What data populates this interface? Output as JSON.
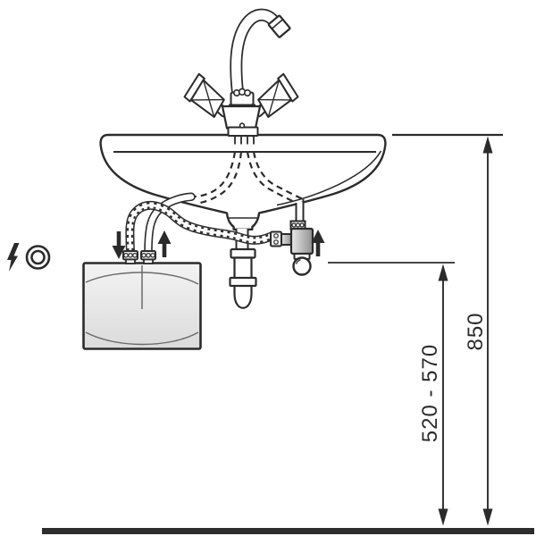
{
  "diagram": {
    "dimensions": {
      "total_height": "850",
      "outlet_height": "520 - 570"
    },
    "icons": [
      "electric-flash-icon",
      "power-outlet-icon",
      "flow-down-arrow",
      "flow-up-arrow",
      "dimension-arrow"
    ],
    "colors": {
      "line": "#2b2b2b",
      "floor": "#2d2d2d",
      "heater_light": "#f3f3f3",
      "heater_dark": "#dbdbdb",
      "metal_light": "#e9e9e9",
      "metal_dark": "#8f8f8f",
      "background": "#ffffff"
    }
  }
}
